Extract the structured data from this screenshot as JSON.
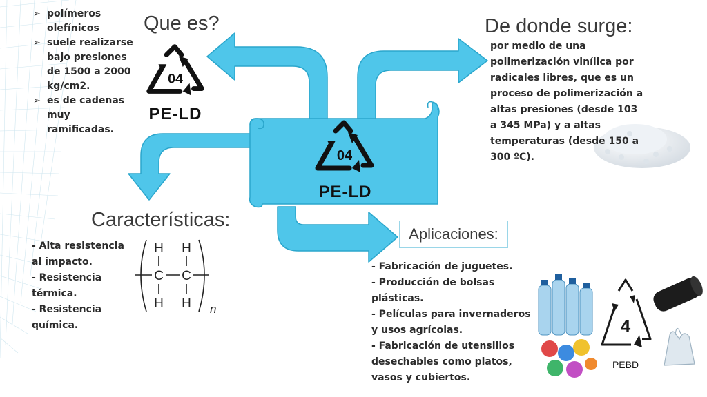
{
  "titles": {
    "que_es": "Que es?",
    "de_donde": "De donde surge:",
    "caracteristicas": "Características:",
    "aplicaciones": "Aplicaciones:"
  },
  "que_es_items": [
    "polímeros olefínicos",
    "suele realizarse bajo presiones de 1500 a 2000 kg/cm2.",
    "es de cadenas muy ramificadas."
  ],
  "que_es_lines": [
    [
      "polímeros",
      "olefínicos"
    ],
    [
      "suele realizarse",
      "bajo presiones",
      "de 1500 a 2000",
      "kg/cm2."
    ],
    [
      "es de cadenas",
      "muy",
      "ramificadas."
    ]
  ],
  "de_donde_lines": [
    "por medio de una",
    "polimerización vinílica por",
    "radicales libres, que es un",
    "proceso de polimerización a",
    "altas presiones (desde 103",
    "a 345 MPa) y a altas",
    "temperaturas (desde 150 a",
    "300 ºC)."
  ],
  "caracteristicas_lines": [
    "- Alta resistencia",
    "al impacto.",
    "- Resistencia",
    "térmica.",
    "- Resistencia",
    "química."
  ],
  "aplicaciones_lines": [
    "- Fabricación de juguetes.",
    "- Producción de bolsas",
    "plásticas.",
    "- Películas para invernaderos",
    "y usos agrícolas.",
    "- Fabricación de utensilios",
    "desechables como platos,",
    "vasos y cubiertos."
  ],
  "recycle_symbol": {
    "code": "04",
    "label": "PE-LD"
  },
  "pebd_symbol": {
    "code": "4",
    "label": "PEBD"
  },
  "formula": {
    "atom_h": "H",
    "atom_c": "C",
    "subscript": "n"
  },
  "colors": {
    "arrow": "#4fc6ea",
    "arrow_stroke": "#2aa6cc",
    "title": "#3a3a3a",
    "text": "#2b2b2b"
  },
  "icons": [
    "recycle-04-icon",
    "bullet-arrow-icon",
    "pebd-recycle-icon",
    "polyethylene-formula"
  ]
}
